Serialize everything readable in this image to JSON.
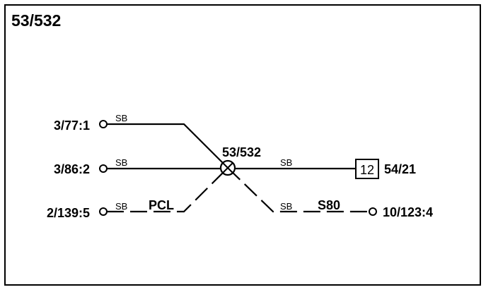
{
  "title": "53/532",
  "splice": {
    "label": "53/532"
  },
  "connectors": {
    "c1": {
      "label": "3/77:1",
      "wire_color": "SB"
    },
    "c2": {
      "label": "3/86:2",
      "wire_color": "SB"
    },
    "c3": {
      "label": "2/139:5",
      "wire_color": "SB",
      "harness": "PCL"
    },
    "c4": {
      "label": "54/21",
      "wire_color": "SB",
      "pin": "12"
    },
    "c5": {
      "label": "10/123:4",
      "wire_color": "SB",
      "harness": "S80"
    }
  }
}
